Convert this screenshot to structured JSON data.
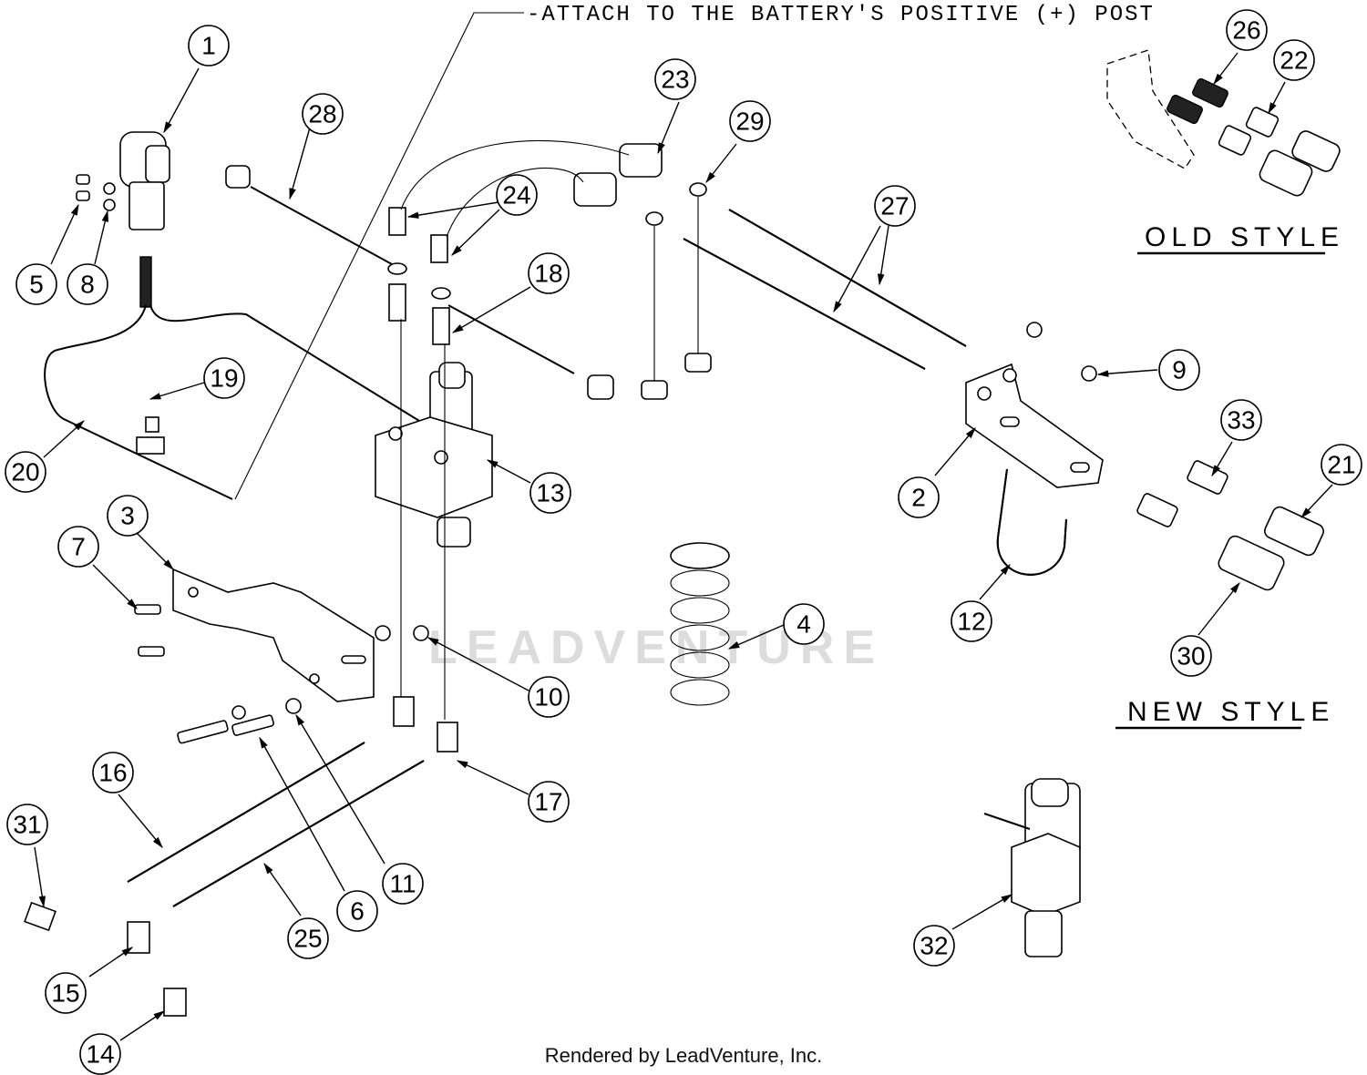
{
  "diagram": {
    "note": "-ATTACH TO THE BATTERY'S POSITIVE (+) POST",
    "labels": {
      "old_style": "OLD STYLE",
      "new_style": "NEW STYLE"
    },
    "watermark": "LEADVENTURE",
    "footer": "Rendered by LeadVenture, Inc.",
    "callouts": [
      {
        "id": "1"
      },
      {
        "id": "2"
      },
      {
        "id": "3"
      },
      {
        "id": "4"
      },
      {
        "id": "5"
      },
      {
        "id": "6"
      },
      {
        "id": "7"
      },
      {
        "id": "8"
      },
      {
        "id": "9"
      },
      {
        "id": "10"
      },
      {
        "id": "11"
      },
      {
        "id": "12"
      },
      {
        "id": "13"
      },
      {
        "id": "14"
      },
      {
        "id": "15"
      },
      {
        "id": "16"
      },
      {
        "id": "17"
      },
      {
        "id": "18"
      },
      {
        "id": "19"
      },
      {
        "id": "20"
      },
      {
        "id": "21"
      },
      {
        "id": "22"
      },
      {
        "id": "23"
      },
      {
        "id": "24a"
      },
      {
        "id": "24b"
      },
      {
        "id": "25"
      },
      {
        "id": "26"
      },
      {
        "id": "27"
      },
      {
        "id": "28"
      },
      {
        "id": "29"
      },
      {
        "id": "30"
      },
      {
        "id": "31"
      },
      {
        "id": "32"
      },
      {
        "id": "33"
      }
    ],
    "callout_text": {
      "1": "1",
      "2": "2",
      "3": "3",
      "4": "4",
      "5": "5",
      "6": "6",
      "7": "7",
      "8": "8",
      "9": "9",
      "10": "10",
      "11": "11",
      "12": "12",
      "13": "13",
      "14": "14",
      "15": "15",
      "16": "16",
      "17": "17",
      "18": "18",
      "19": "19",
      "20": "20",
      "21": "21",
      "22": "22",
      "23": "23",
      "24a": "24",
      "24b": "24",
      "25": "25",
      "26": "26",
      "27": "27",
      "28": "28",
      "29": "29",
      "30": "30",
      "31": "31",
      "32": "32",
      "33": "33"
    }
  }
}
